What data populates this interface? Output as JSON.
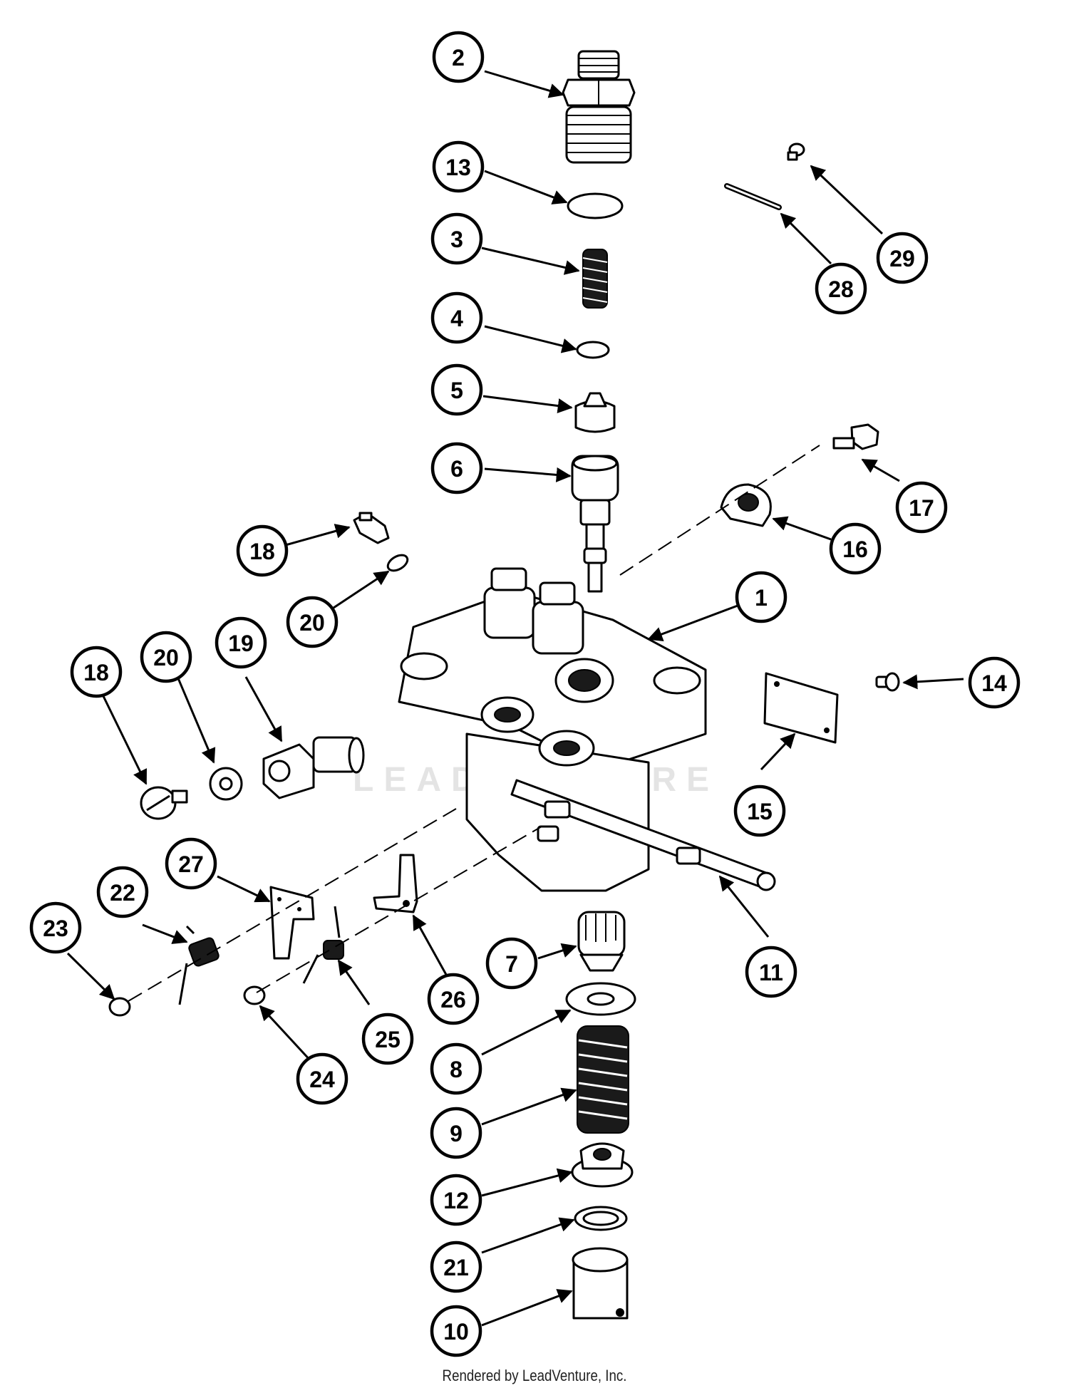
{
  "diagram": {
    "watermark": "LEADVENTURE",
    "callouts": [
      {
        "id": "c2",
        "label": "2"
      },
      {
        "id": "c13",
        "label": "13"
      },
      {
        "id": "c3",
        "label": "3"
      },
      {
        "id": "c4",
        "label": "4"
      },
      {
        "id": "c5",
        "label": "5"
      },
      {
        "id": "c6",
        "label": "6"
      },
      {
        "id": "c29",
        "label": "29"
      },
      {
        "id": "c28",
        "label": "28"
      },
      {
        "id": "c17",
        "label": "17"
      },
      {
        "id": "c16",
        "label": "16"
      },
      {
        "id": "c18a",
        "label": "18"
      },
      {
        "id": "c20a",
        "label": "20"
      },
      {
        "id": "c1",
        "label": "1"
      },
      {
        "id": "c14",
        "label": "14"
      },
      {
        "id": "c18b",
        "label": "18"
      },
      {
        "id": "c20b",
        "label": "20"
      },
      {
        "id": "c19",
        "label": "19"
      },
      {
        "id": "c15",
        "label": "15"
      },
      {
        "id": "c27",
        "label": "27"
      },
      {
        "id": "c22",
        "label": "22"
      },
      {
        "id": "c23",
        "label": "23"
      },
      {
        "id": "c11",
        "label": "11"
      },
      {
        "id": "c7",
        "label": "7"
      },
      {
        "id": "c26",
        "label": "26"
      },
      {
        "id": "c25",
        "label": "25"
      },
      {
        "id": "c24",
        "label": "24"
      },
      {
        "id": "c8",
        "label": "8"
      },
      {
        "id": "c9",
        "label": "9"
      },
      {
        "id": "c12",
        "label": "12"
      },
      {
        "id": "c21",
        "label": "21"
      },
      {
        "id": "c10",
        "label": "10"
      }
    ]
  },
  "footer": {
    "credit": "Rendered by LeadVenture, Inc."
  }
}
